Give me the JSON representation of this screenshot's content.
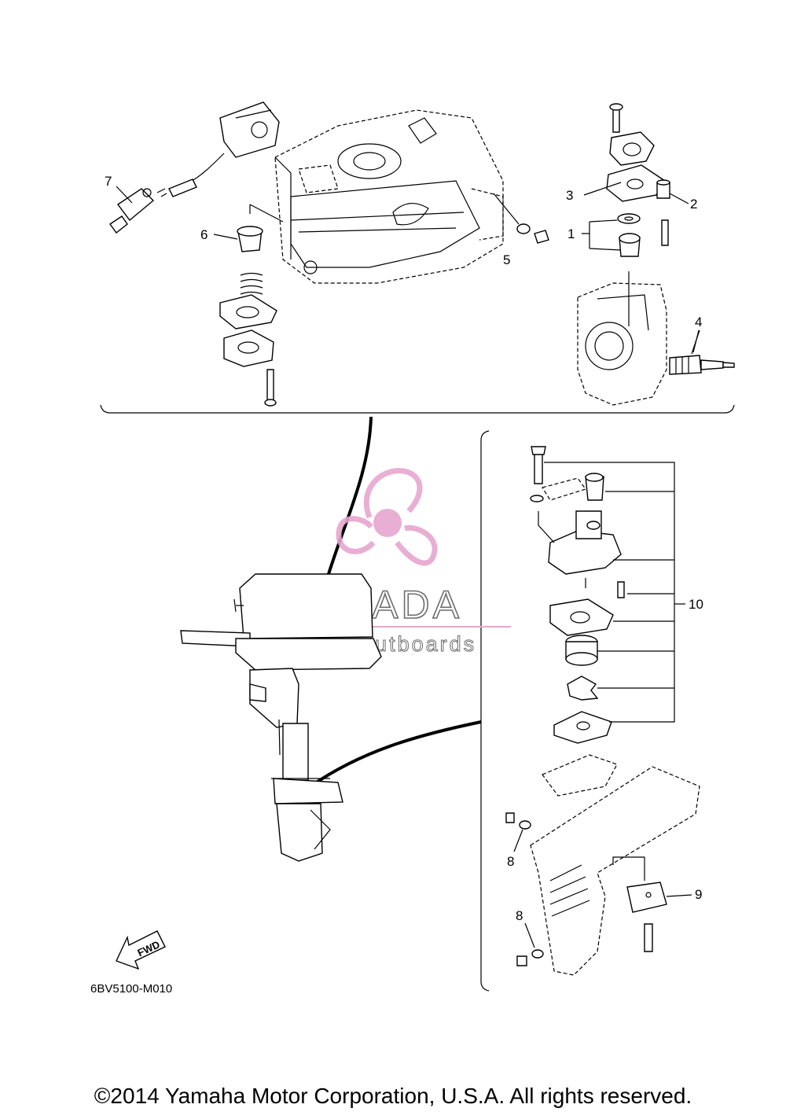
{
  "parts": [
    {
      "num": "1"
    },
    {
      "num": "2"
    },
    {
      "num": "3"
    },
    {
      "num": "4"
    },
    {
      "num": "5"
    },
    {
      "num": "6"
    },
    {
      "num": "7"
    },
    {
      "num": "8"
    },
    {
      "num": "8"
    },
    {
      "num": "9"
    },
    {
      "num": "10"
    }
  ],
  "diagram_code": "6BV5100-M010",
  "fwd_label": "FWD",
  "watermark": {
    "brand": "ARMADA",
    "tagline": "marine outboards",
    "accent_color": "#e7a6cf"
  },
  "copyright": "©2014 Yamaha Motor Corporation, U.S.A. All rights reserved."
}
